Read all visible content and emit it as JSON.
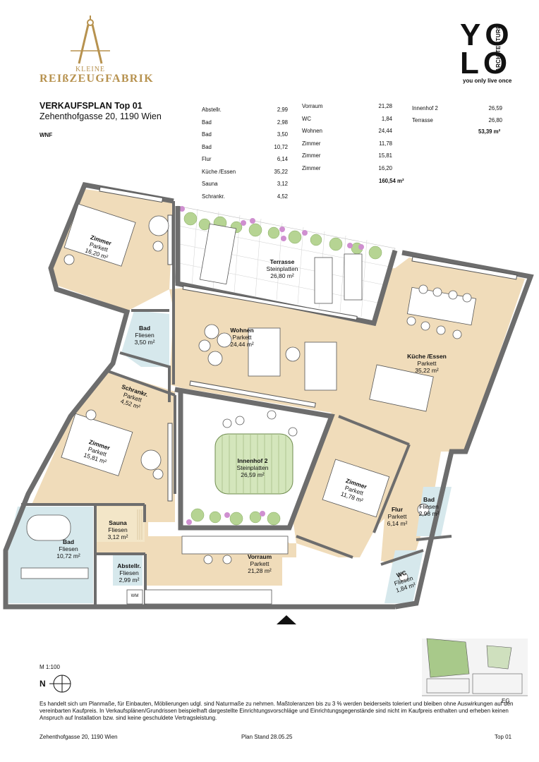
{
  "brand": {
    "name_small": "KLEINE",
    "name_big": "REIßZEUGFABRIK"
  },
  "header": {
    "title": "VERKAUFSPLAN Top 01",
    "address": "Zehenthofgasse 20, 1190 Wien",
    "wnf_label": "WNF"
  },
  "yolo": {
    "line1": "YO",
    "line2": "LO",
    "architecture": "ARCHITECTURE",
    "tagline": "you only live once"
  },
  "areas": {
    "col1": [
      {
        "name": "Abstellr.",
        "value": "2,99"
      },
      {
        "name": "Bad",
        "value": "2,98"
      },
      {
        "name": "Bad",
        "value": "3,50"
      },
      {
        "name": "Bad",
        "value": "10,72"
      },
      {
        "name": "Flur",
        "value": "6,14"
      },
      {
        "name": "Küche /Essen",
        "value": "35,22"
      },
      {
        "name": "Sauna",
        "value": "3,12"
      },
      {
        "name": "Schrankr.",
        "value": "4,52"
      }
    ],
    "col2": [
      {
        "name": "Vorraum",
        "value": "21,28"
      },
      {
        "name": "WC",
        "value": "1,84"
      },
      {
        "name": "Wohnen",
        "value": "24,44"
      },
      {
        "name": "Zimmer",
        "value": "11,78"
      },
      {
        "name": "Zimmer",
        "value": "15,81"
      },
      {
        "name": "Zimmer",
        "value": "16,20"
      }
    ],
    "col2_total": "160,54 m²",
    "col3": [
      {
        "name": "Innenhof 2",
        "value": "26,59"
      },
      {
        "name": "Terrasse",
        "value": "26,80"
      }
    ],
    "col3_total": "53,39 m²"
  },
  "rooms": {
    "zimmer1": {
      "name": "Zimmer",
      "floor": "Parkett",
      "area": "16,20 m²"
    },
    "terrasse": {
      "name": "Terrasse",
      "floor": "Steinplatten",
      "area": "26,80 m²"
    },
    "bad1": {
      "name": "Bad",
      "floor": "Fliesen",
      "area": "3,50 m²"
    },
    "wohnen": {
      "name": "Wohnen",
      "floor": "Parkett",
      "area": "24,44 m²"
    },
    "kueche": {
      "name": "Küche /Essen",
      "floor": "Parkett",
      "area": "35,22 m²"
    },
    "schrankr": {
      "name": "Schrankr.",
      "floor": "Parkett",
      "area": "4,52 m²"
    },
    "zimmer2": {
      "name": "Zimmer",
      "floor": "Parkett",
      "area": "15,81 m²"
    },
    "innenhof": {
      "name": "Innenhof 2",
      "floor": "Steinplatten",
      "area": "26,59 m²"
    },
    "zimmer3": {
      "name": "Zimmer",
      "floor": "Parkett",
      "area": "11,78 m²"
    },
    "bad2": {
      "name": "Bad",
      "floor": "Fliesen",
      "area": "2,98 m²"
    },
    "flur": {
      "name": "Flur",
      "floor": "Parkett",
      "area": "6,14 m²"
    },
    "sauna": {
      "name": "Sauna",
      "floor": "Fliesen",
      "area": "3,12 m²"
    },
    "bad3": {
      "name": "Bad",
      "floor": "Fliesen",
      "area": "10,72 m²"
    },
    "vorraum": {
      "name": "Vorraum",
      "floor": "Parkett",
      "area": "21,28 m²"
    },
    "abstellr": {
      "name": "Abstellr.",
      "floor": "Fliesen",
      "area": "2,99 m²"
    },
    "wc": {
      "name": "WC",
      "floor": "Fliesen",
      "area": "1,84 m²"
    },
    "wm": "WM"
  },
  "legend": {
    "scale": "M 1:100",
    "north": "N",
    "floor": "EG"
  },
  "footer": {
    "disclaimer": "Es handelt sich um Planmaße, für Einbauten, Möblierungen udgl. sind Naturmaße zu nehmen. Maßtoleranzen bis zu 3 % werden beiderseits toleriert und bleiben ohne Auswirkungen auf den vereinbarten Kaufpreis. In Verkaufsplänen/Grundrissen beispielhaft dargestellte Einrichtungsvorschläge und Einrichtungsgegenstände sind nicht im Kaufpreis enthalten und erheben keinen Anspruch auf Installation bzw. sind keine geschuldete Vertragsleistung.",
    "address": "Zehenthofgasse 20, 1190 Wien",
    "plan_date": "Plan Stand 28.05.25",
    "top": "Top 01"
  },
  "colors": {
    "parkett": "#f0dcba",
    "fliesen": "#d6e8ec",
    "wall": "#6d6d6d",
    "green": "#9fc37a",
    "brand_gold": "#b7924f"
  }
}
